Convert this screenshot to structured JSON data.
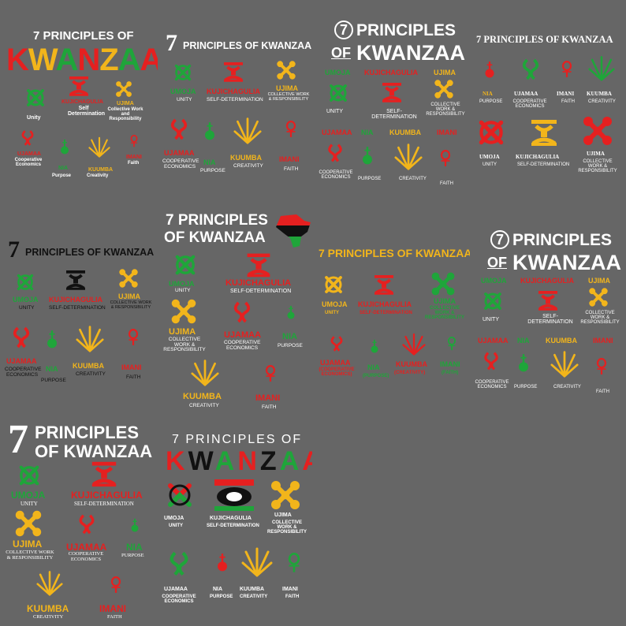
{
  "principles": {
    "umoja": {
      "name": "UMOJA",
      "meaning": "UNITY"
    },
    "kujichagulia": {
      "name": "KUJICHAGULIA",
      "meaning": "SELF-DETERMINATION"
    },
    "ujima": {
      "name": "UJIMA",
      "meaning": "COLLECTIVE WORK & RESPONSIBILITY"
    },
    "ujamaa": {
      "name": "UJAMAA",
      "meaning": "COOPERATIVE ECONOMICS"
    },
    "nia": {
      "name": "NIA",
      "meaning": "PURPOSE"
    },
    "kuumba": {
      "name": "KUUMBA",
      "meaning": "CREATIVITY"
    },
    "imani": {
      "name": "IMANI",
      "meaning": "FAITH"
    }
  },
  "colors": {
    "background": "#666666",
    "red": "#e52020",
    "green": "#1fa53a",
    "yellow": "#f2b51b",
    "black": "#111111",
    "white": "#ffffff"
  },
  "design1": {
    "title_line1": "7 PRINCIPLES OF",
    "title_line2": "KWANZAA",
    "umoja": "Unity",
    "kujichagulia": "KUJICHAGULIA",
    "kujichagulia_meaning": "Self Determination",
    "ujima": "UJIMA",
    "ujima_meaning": "Collective Work and Responsibility",
    "ujamaa": "UJAMAA",
    "ujamaa_meaning": "Cooperative Economics",
    "nia": "NIA",
    "nia_meaning": "Purpose",
    "kuumba": "KUUMBA",
    "kuumba_meaning": "Creativity",
    "imani": "IMANI",
    "imani_meaning": "Faith"
  },
  "design2": {
    "title_num": "7",
    "title_text": "PRINCIPLES OF KWANZAA"
  },
  "design3": {
    "title_num": "7",
    "title_line1": "PRINCIPLES",
    "title_of": "OF",
    "title_line2": "KWANZAA"
  },
  "design4": {
    "title": "7 PRINCIPLES OF KWANZAA"
  },
  "design5": {
    "title_num": "7",
    "title_text": "PRINCIPLES OF KWANZAA"
  },
  "design6": {
    "title_line1": "7 PRINCIPLES",
    "title_line2": "OF KWANZAA"
  },
  "design7": {
    "title": "7 PRINCIPLES OF KWANZAA",
    "ujamaa_meaning": "(COOPERATIVE ECONOMICS)",
    "nia_meaning": "(PURPOSE)",
    "kuumba_meaning": "(CREATIVITY)",
    "imani_meaning": "(FAITH)"
  },
  "design8": {
    "title_num": "7",
    "title_line1": "PRINCIPLES",
    "title_of": "OF",
    "title_line2": "KWANZAA"
  },
  "design9": {
    "title_num": "7",
    "title_line1": "PRINCIPLES",
    "title_line2": "OF KWANZAA"
  },
  "design10": {
    "title_line1": "7 PRINCIPLES OF",
    "title_line2": "KWANZAA"
  }
}
